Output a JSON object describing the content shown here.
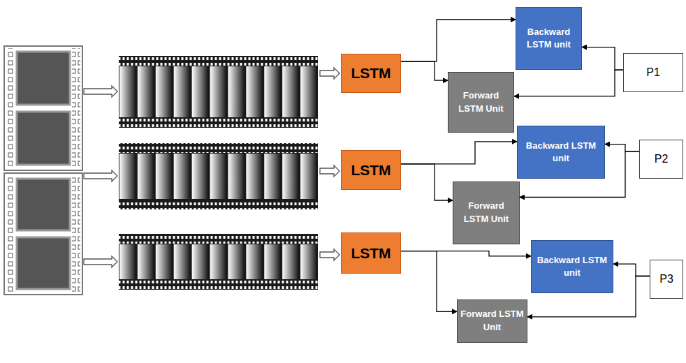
{
  "diagram": {
    "nodes": [
      {
        "text": [
          "LSTM"
        ]
      },
      {
        "text": [
          "Backward LSTM unit"
        ]
      },
      {
        "text": [
          "Forward LSTM Unit"
        ]
      },
      {
        "text": [
          "P1"
        ]
      },
      {
        "text": [
          "LSTM"
        ]
      },
      {
        "text": [
          "Backward LSTM unit"
        ]
      },
      {
        "text": [
          "Forward LSTM Unit"
        ]
      },
      {
        "text": [
          "P2"
        ]
      },
      {
        "text": [
          "LSTM"
        ]
      },
      {
        "text": [
          "Backward LSTM unit"
        ]
      },
      {
        "text": [
          "Forward LSTM Unit"
        ]
      },
      {
        "text": [
          "P3"
        ]
      }
    ],
    "edges": [
      {
        "from": 0,
        "to": 1,
        "arrow": "to"
      },
      {
        "from": 0,
        "to": 2,
        "arrow": "to"
      },
      {
        "from": 3,
        "to": 1,
        "arrow": "to"
      },
      {
        "from": 3,
        "to": 2,
        "arrow": "to"
      },
      {
        "from": 4,
        "to": 5,
        "arrow": "to"
      },
      {
        "from": 4,
        "to": 6,
        "arrow": "to"
      },
      {
        "from": 7,
        "to": 5,
        "arrow": "to"
      },
      {
        "from": 7,
        "to": 6,
        "arrow": "to"
      },
      {
        "from": 8,
        "to": 9,
        "arrow": "to"
      },
      {
        "from": 8,
        "to": 10,
        "arrow": "to"
      },
      {
        "from": 11,
        "to": 9,
        "arrow": "to"
      },
      {
        "from": 11,
        "to": 10,
        "arrow": "to"
      }
    ]
  }
}
